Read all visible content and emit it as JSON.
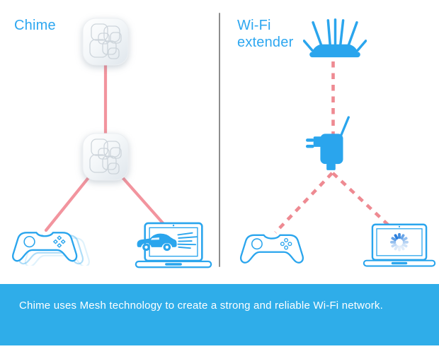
{
  "diagram": {
    "left": {
      "label": "Chime",
      "nodes": [
        "chime-mesh-device",
        "chime-mesh-device"
      ],
      "clients": [
        "game-controller (fast, motion-blur)",
        "laptop (fast car, smooth streaming)"
      ],
      "connection_style": "solid"
    },
    "right": {
      "label": "Wi-Fi extender",
      "nodes": [
        "wifi-router",
        "wall-plug-extender"
      ],
      "clients": [
        "game-controller",
        "laptop (loading spinner)"
      ],
      "connection_style": "dashed"
    }
  },
  "caption": "Chime uses Mesh technology to create a strong and reliable Wi-Fi network.",
  "colors": {
    "icon_blue": "#2aa5ed",
    "label_blue": "#2ea7f0",
    "banner_blue": "#2fade9",
    "connection_pink": "#f2949e",
    "dashed_pink": "#ee8a92",
    "spinner_blue": "#2b7fdd",
    "divider_gray": "#7a7a7a",
    "device_shade": "#dfe6ec"
  }
}
